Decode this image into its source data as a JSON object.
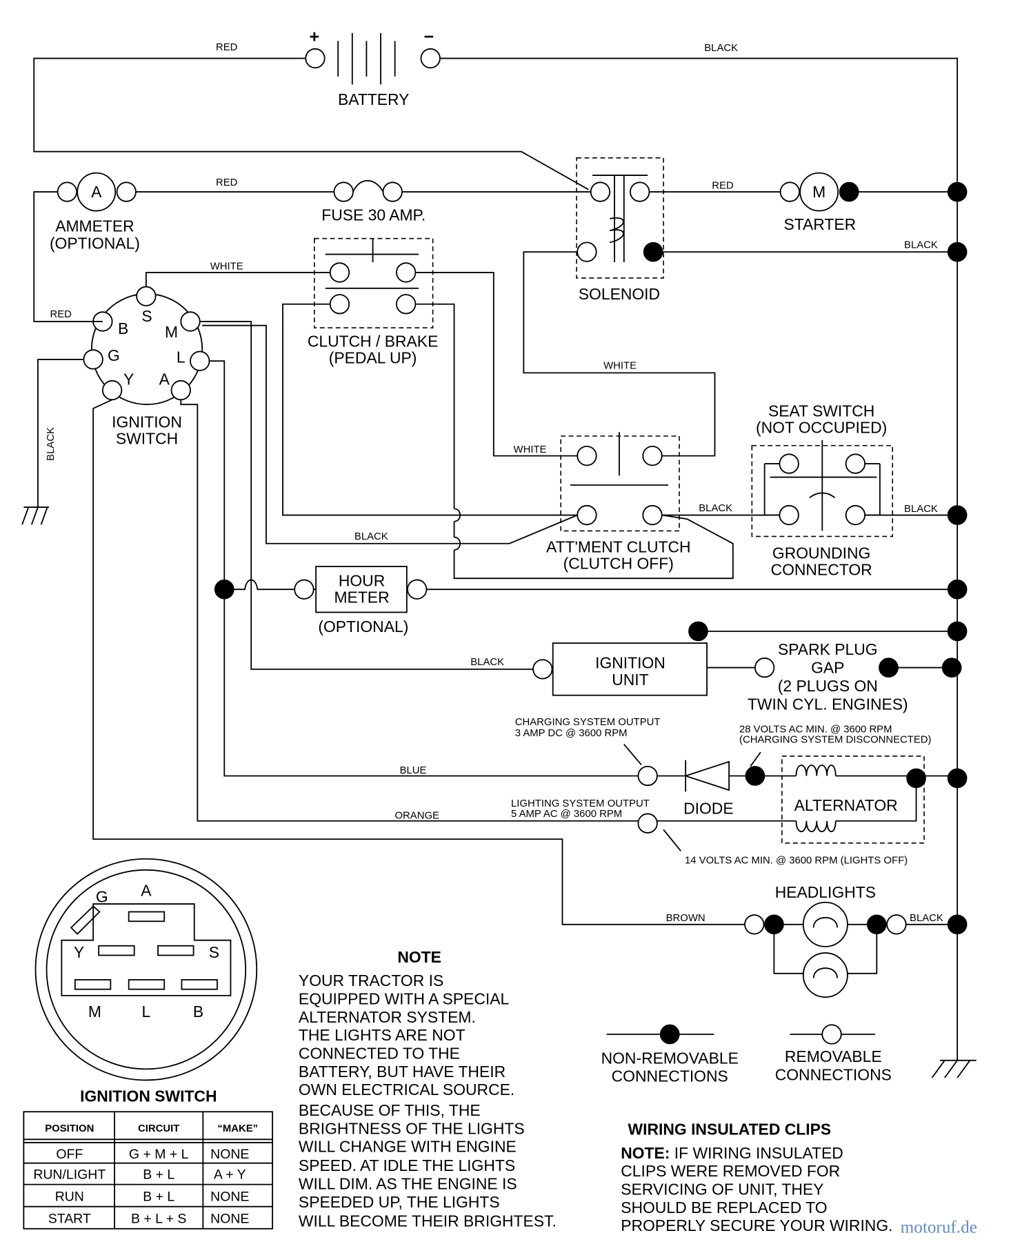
{
  "battery": {
    "label": "BATTERY",
    "plus": "+",
    "minus": "−"
  },
  "wires": {
    "red_top": "RED",
    "black_top": "BLACK",
    "red_ammeter": "RED",
    "red_starter": "RED",
    "black_solenoid": "BLACK",
    "white_switch": "WHITE",
    "red_switch": "RED",
    "black_ground": "BLACK",
    "white_solenoid": "WHITE",
    "white_clutch": "WHITE",
    "black_clutch": "BLACK",
    "black_att": "BLACK",
    "black_seat": "BLACK",
    "black_ign": "BLACK",
    "blue": "BLUE",
    "orange": "ORANGE",
    "brown": "BROWN",
    "black_head": "BLACK"
  },
  "components": {
    "ammeter": {
      "symbol": "A",
      "label1": "AMMETER",
      "label2": "(OPTIONAL)"
    },
    "fuse": "FUSE 30 AMP.",
    "solenoid": "SOLENOID",
    "starter": {
      "symbol": "M",
      "label": "STARTER"
    },
    "clutch_brake": {
      "l1": "CLUTCH / BRAKE",
      "l2": "(PEDAL UP)"
    },
    "ignition_switch": {
      "l1": "IGNITION",
      "l2": "SWITCH",
      "terminals": {
        "S": "S",
        "B": "B",
        "M": "M",
        "G": "G",
        "L": "L",
        "Y": "Y",
        "A": "A"
      }
    },
    "seat_switch": {
      "l1": "SEAT SWITCH",
      "l2": "(NOT OCCUPIED)"
    },
    "att_clutch": {
      "l1": "ATT'MENT CLUTCH",
      "l2": "(CLUTCH OFF)"
    },
    "grounding": {
      "l1": "GROUNDING",
      "l2": "CONNECTOR"
    },
    "hour_meter": {
      "l1": "HOUR",
      "l2": "METER",
      "l3": "(OPTIONAL)"
    },
    "ignition_unit": {
      "l1": "IGNITION",
      "l2": "UNIT"
    },
    "spark_plug": {
      "l1": "SPARK PLUG",
      "l2": "GAP",
      "l3": "(2 PLUGS ON",
      "l4": "TWIN CYL. ENGINES)"
    },
    "charging": {
      "l1": "CHARGING SYSTEM OUTPUT",
      "l2": "3 AMP DC @ 3600 RPM"
    },
    "volts28": {
      "l1": "28 VOLTS AC MIN. @ 3600 RPM",
      "l2": "(CHARGING SYSTEM DISCONNECTED)"
    },
    "diode": "DIODE",
    "alternator": "ALTERNATOR",
    "lighting": {
      "l1": "LIGHTING SYSTEM OUTPUT",
      "l2": "5 AMP AC @ 3600 RPM"
    },
    "volts14": "14 VOLTS AC MIN. @ 3600 RPM (LIGHTS OFF)",
    "headlights": "HEADLIGHTS"
  },
  "switch_diagram": {
    "G": "G",
    "A": "A",
    "Y": "Y",
    "S": "S",
    "M": "M",
    "L": "L",
    "B": "B"
  },
  "legend": {
    "non1": "NON-REMOVABLE",
    "non2": "CONNECTIONS",
    "rem1": "REMOVABLE",
    "rem2": "CONNECTIONS"
  },
  "note": {
    "title": "NOTE",
    "lines": [
      "YOUR TRACTOR IS",
      "EQUIPPED WITH A SPECIAL",
      "ALTERNATOR SYSTEM.",
      "THE LIGHTS ARE NOT",
      "CONNECTED TO THE",
      "BATTERY, BUT HAVE THEIR",
      "OWN ELECTRICAL SOURCE.",
      "BECAUSE OF THIS, THE",
      "BRIGHTNESS OF THE LIGHTS",
      "WILL CHANGE WITH ENGINE",
      "SPEED.  AT IDLE THE LIGHTS",
      "WILL DIM.  AS THE ENGINE IS",
      "SPEEDED UP, THE LIGHTS",
      "WILL BECOME THEIR BRIGHTEST."
    ]
  },
  "clips": {
    "title": "WIRING INSULATED CLIPS",
    "note_label": "NOTE:",
    "lines": [
      " IF WIRING INSULATED",
      "CLIPS WERE REMOVED FOR",
      "SERVICING OF UNIT, THEY",
      "SHOULD BE REPLACED TO",
      "PROPERLY SECURE YOUR WIRING."
    ]
  },
  "table": {
    "title": "IGNITION SWITCH",
    "headers": [
      "POSITION",
      "CIRCUIT",
      "“MAKE”"
    ],
    "rows": [
      [
        "OFF",
        "G + M + L",
        "NONE"
      ],
      [
        "RUN/LIGHT",
        "B + L",
        "A + Y"
      ],
      [
        "RUN",
        "B + L",
        "NONE"
      ],
      [
        "START",
        "B + L + S",
        "NONE"
      ]
    ]
  },
  "watermark": "motoruf.de"
}
